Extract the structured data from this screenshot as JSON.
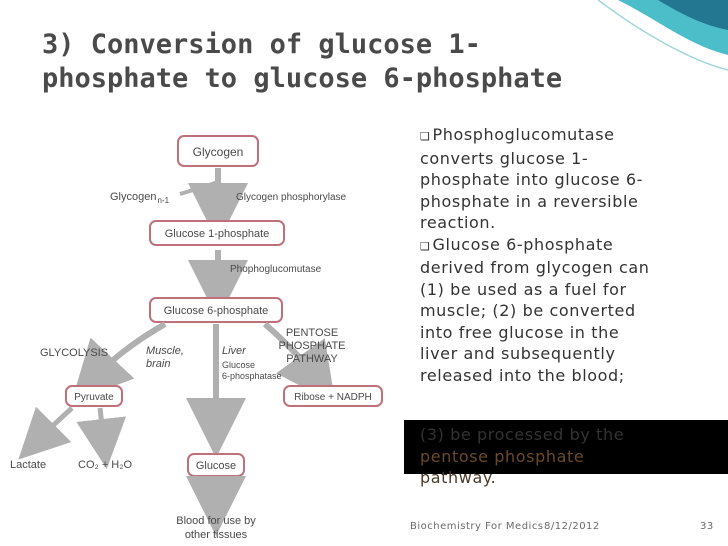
{
  "slide": {
    "title_line1": "3) Conversion of glucose 1-",
    "title_line2": "phosphate to glucose 6-phosphate"
  },
  "diagram": {
    "glycogen": "Glycogen",
    "glycogen_n1": "Glycogen",
    "glycogen_n1_sub": "n-1",
    "glycogen_phosphorylase": "Glycogen phosphorylase",
    "glucose1p": "Glucose 1-phosphate",
    "phosphoglucomutase": "Phophoglucomutase",
    "glucose6p": "Glucose 6-phosphate",
    "glycolysis": "GLYCOLYSIS",
    "muscle_brain_l1": "Muscle,",
    "muscle_brain_l2": "brain",
    "liver": "Liver",
    "glucose_6_phosphatase_l1": "Glucose",
    "glucose_6_phosphatase_l2": "6-phosphatase",
    "pentose_l1": "PENTOSE",
    "pentose_l2": "PHOSPHATE",
    "pentose_l3": "PATHWAY",
    "pyruvate": "Pyruvate",
    "ribose_nadph": "Ribose + NADPH",
    "lactate": "Lactate",
    "co2_h2o": "CO₂ + H₂O",
    "glucose": "Glucose",
    "blood_l1": "Blood for use by",
    "blood_l2": "other tissues"
  },
  "bullets": {
    "b1_l1": "Phosphoglucomutase",
    "b1_l2": "converts glucose 1-",
    "b1_l3": "phosphate into glucose 6-",
    "b1_l4": "phosphate in a reversible",
    "b1_l5": "reaction.",
    "b2_l1": "Glucose 6-phosphate",
    "b2_l2": "derived from glycogen can",
    "b2_l3": "(1) be used as a fuel for",
    "b2_l4": "muscle; (2) be converted",
    "b2_l5": "into free glucose in the",
    "b2_l6": "liver and subsequently",
    "b2_l7": "released into the blood;",
    "b2_l8": "(3) be processed by the",
    "b2_l9": "pentose phosphate",
    "b2_l10": "pathway."
  },
  "footer": {
    "source": "Biochemistry For Medics",
    "date": "8/12/2012",
    "page": "33"
  },
  "colors": {
    "accent_teal": "#2bb3c0",
    "accent_blue": "#1f6f8b",
    "box_border": "#c0707a",
    "arrow": "#b0b0b0"
  }
}
